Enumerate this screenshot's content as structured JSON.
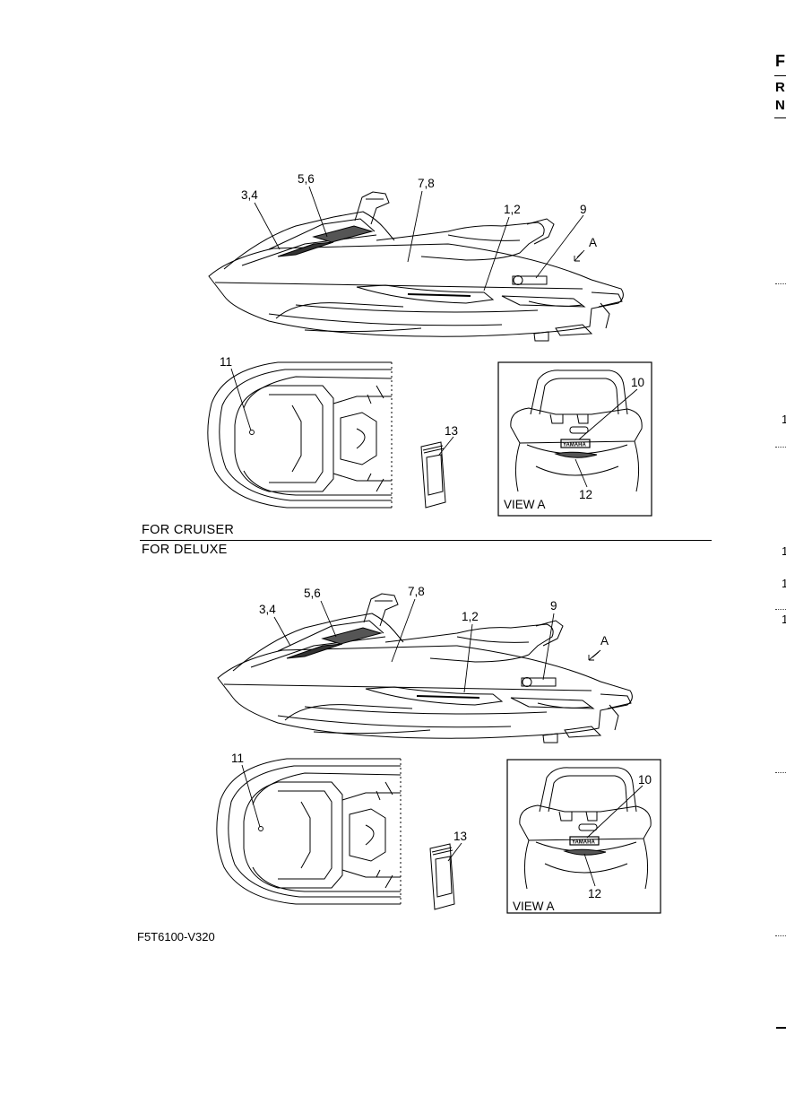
{
  "sections": {
    "cruiser": "FOR CRUISER",
    "deluxe": "FOR DELUXE"
  },
  "view_label": "VIEW A",
  "arrow_label": "A",
  "part_code": "F5T6100-V320",
  "callouts": {
    "side": [
      "3,4",
      "5,6",
      "7,8",
      "1,2",
      "9"
    ],
    "top": "11",
    "patch": "13",
    "view": [
      "10",
      "12"
    ]
  },
  "brand_text": "YAMAHA",
  "right_edge": {
    "chars": [
      "F",
      "R",
      "N"
    ],
    "numbers": [
      "1",
      "1",
      "1",
      "1"
    ]
  }
}
